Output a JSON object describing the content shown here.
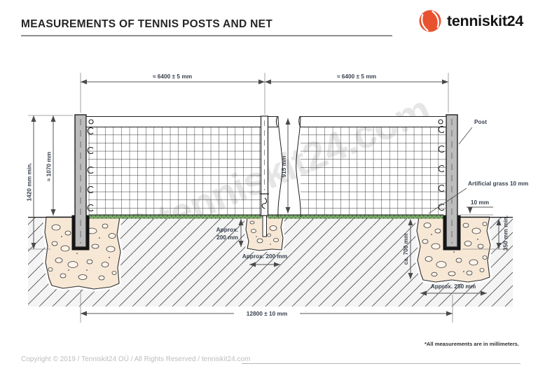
{
  "header": {
    "title": "MEASUREMENTS OF TENNIS POSTS AND NET",
    "brand": "tenniskit24"
  },
  "watermark": {
    "text": "tenniskit24.com"
  },
  "diagram": {
    "dims": {
      "net_left": "≈ 6400 ± 5 mm",
      "net_right": "≈ 6400 ± 5 mm",
      "post_height_total": "1420 mm min.",
      "post_height_above": "≈ 1070 mm",
      "net_center": "915 mm",
      "anchor_depth_line1": "Approx.",
      "anchor_depth_line2": "200 mm",
      "anchor_width": "Approx. 200 mm",
      "foundation_depth": "ca. 700 mm",
      "sleeve_depth": "350 mm min.",
      "grass_thickness": "10 mm",
      "foundation_width": "Approx. 250 mm",
      "court_width": "12800 ± 10 mm"
    },
    "labels": {
      "post": "Post",
      "grass": "Artificial grass 10 mm"
    }
  },
  "footnote": "*All measurements are in millimeters.",
  "footer": {
    "copyright": "Copyright © 2019 / Tenniskit24 OÜ / All Rights Reserved / tenniskit24.com"
  },
  "colors": {
    "accent": "#e8522e",
    "dimension_text": "#39414d",
    "grass": "#79a768",
    "foundation": "#f7e8d6",
    "post_gray": "#bcbcbc"
  }
}
